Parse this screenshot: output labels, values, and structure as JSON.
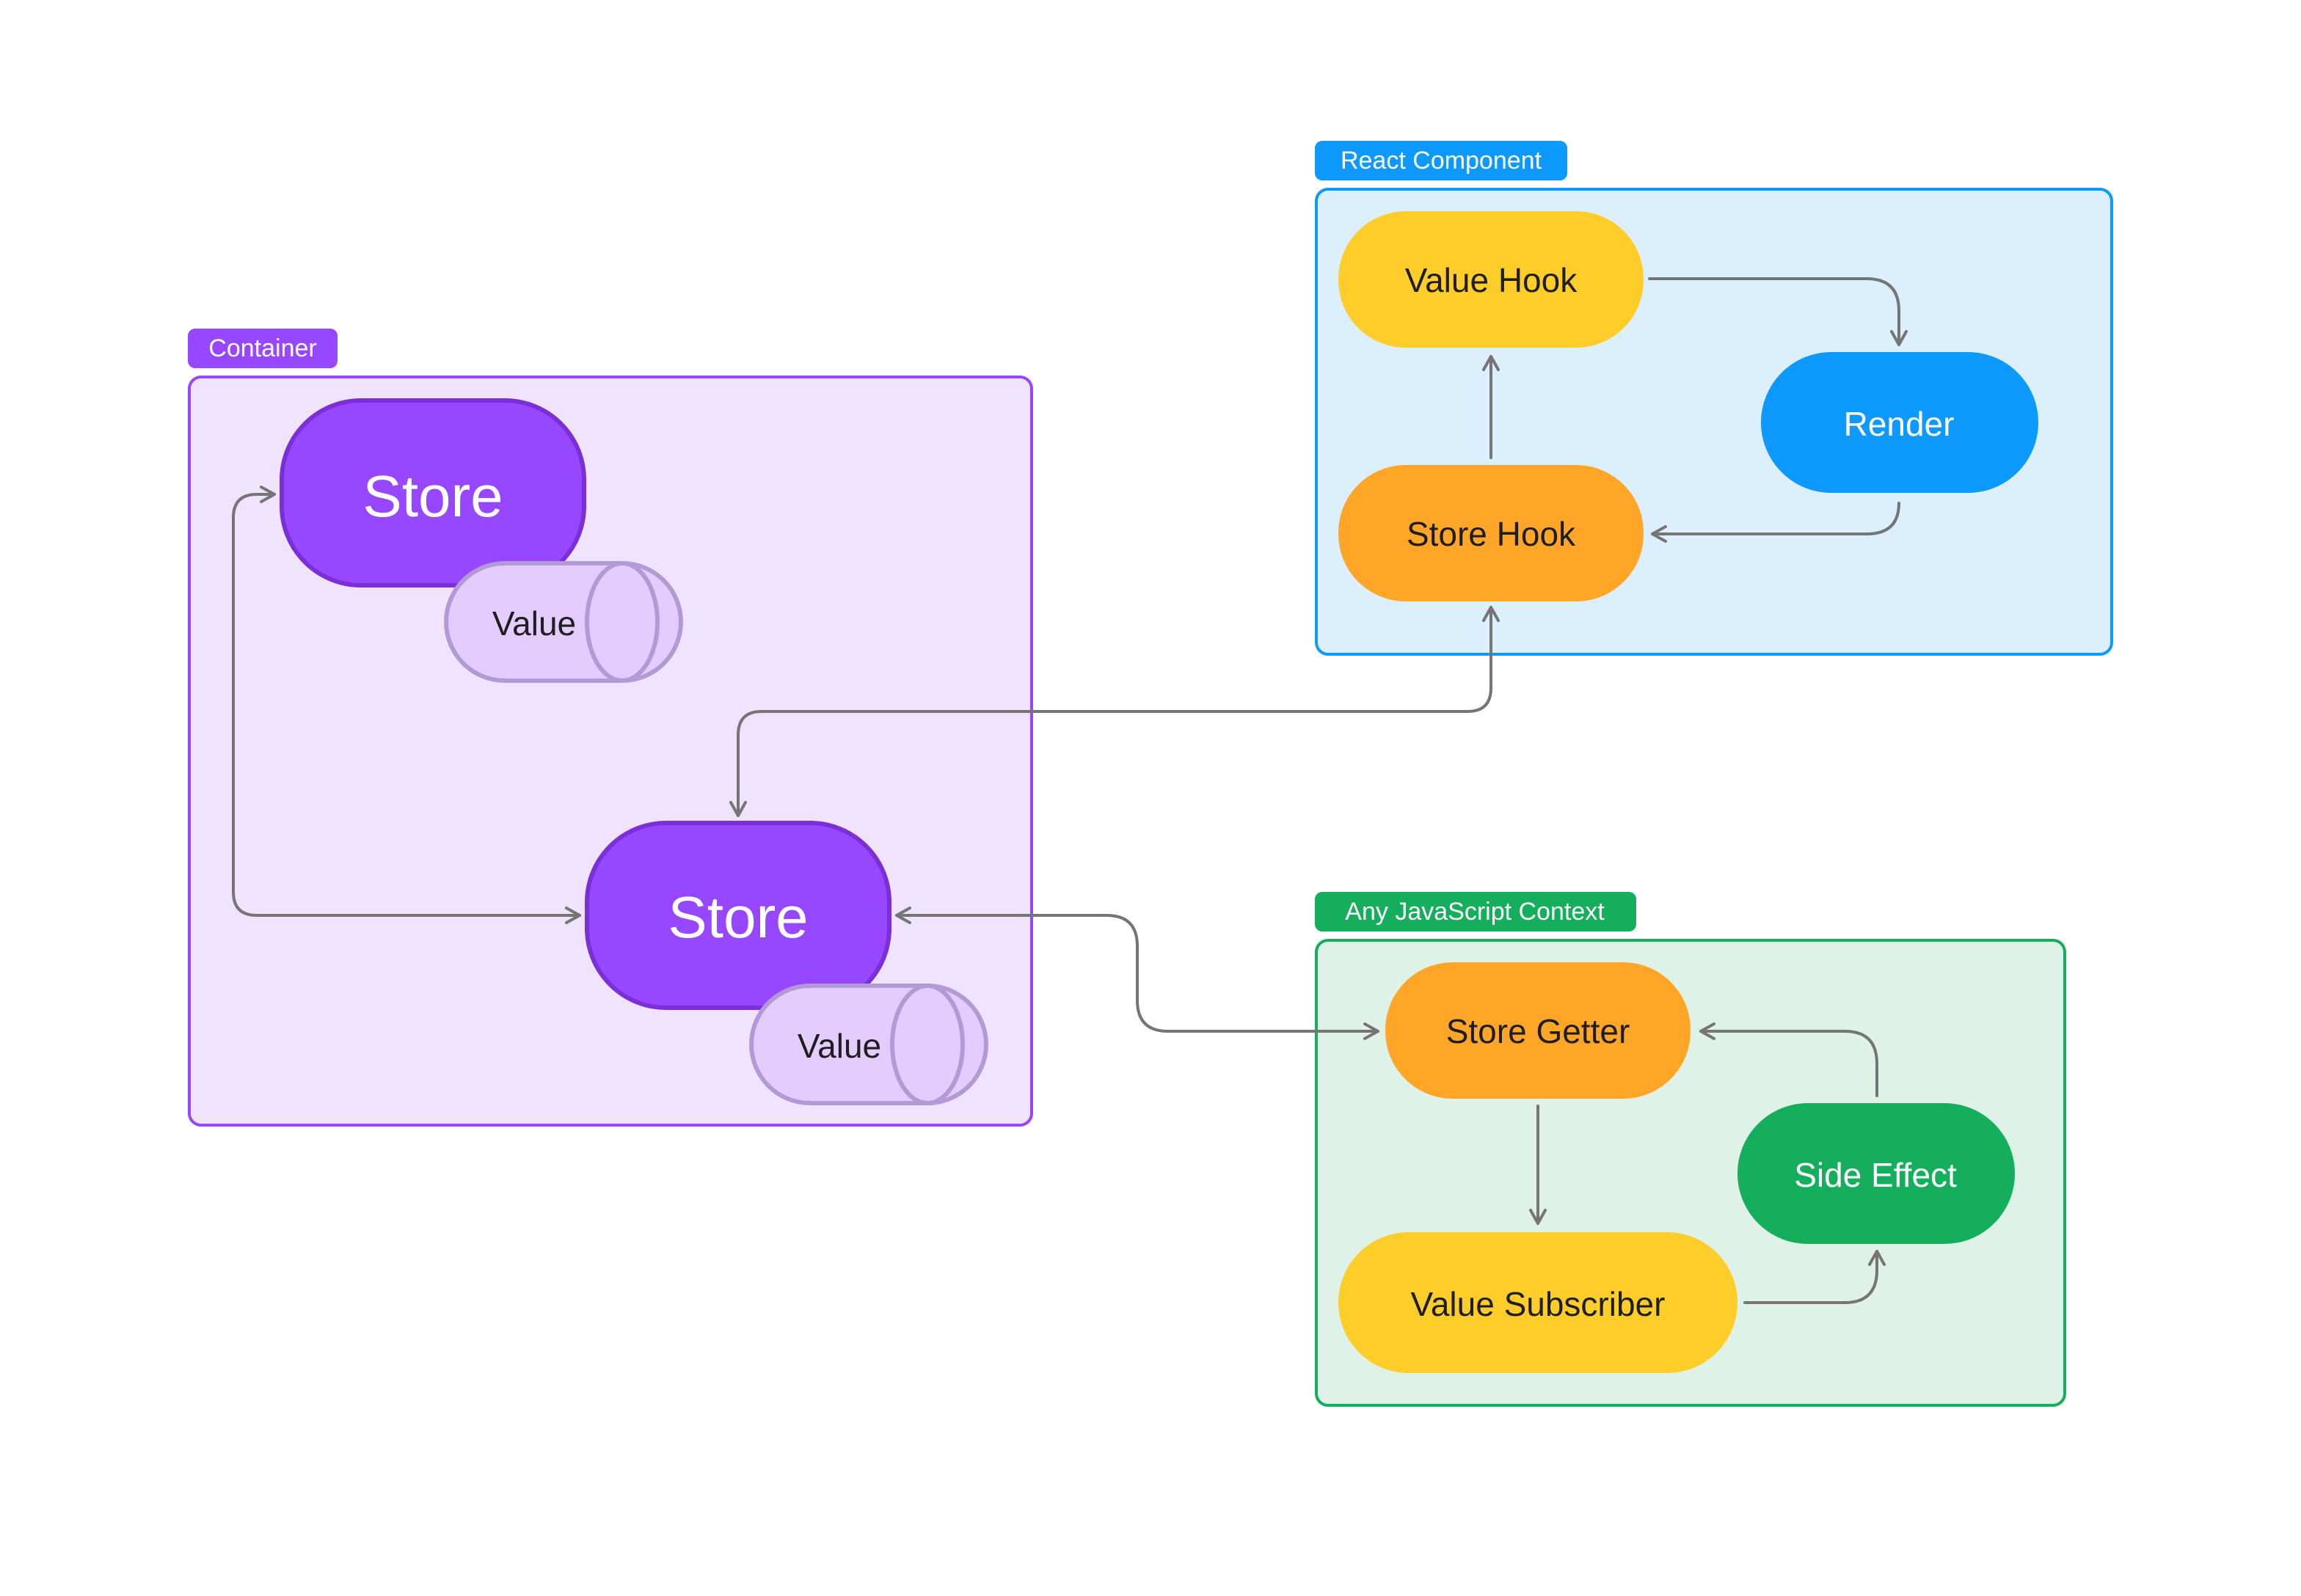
{
  "groups": {
    "container": {
      "label": "Container",
      "color": "#9747ff"
    },
    "react_component": {
      "label": "React Component",
      "color": "#0d99ff"
    },
    "js_context": {
      "label": "Any JavaScript Context",
      "color": "#14ae5c"
    }
  },
  "nodes": {
    "store_top": {
      "label": "Store",
      "color": "#9747ff"
    },
    "value_top": {
      "label": "Value"
    },
    "store_bottom": {
      "label": "Store",
      "color": "#9747ff"
    },
    "value_bottom": {
      "label": "Value"
    },
    "value_hook": {
      "label": "Value Hook",
      "color": "#ffcd29"
    },
    "render": {
      "label": "Render",
      "color": "#0d99ff"
    },
    "store_hook": {
      "label": "Store Hook",
      "color": "#ffa629"
    },
    "store_getter": {
      "label": "Store Getter",
      "color": "#ffa629"
    },
    "side_effect": {
      "label": "Side Effect",
      "color": "#14ae5c"
    },
    "value_subscriber": {
      "label": "Value Subscriber",
      "color": "#ffcd29"
    }
  }
}
